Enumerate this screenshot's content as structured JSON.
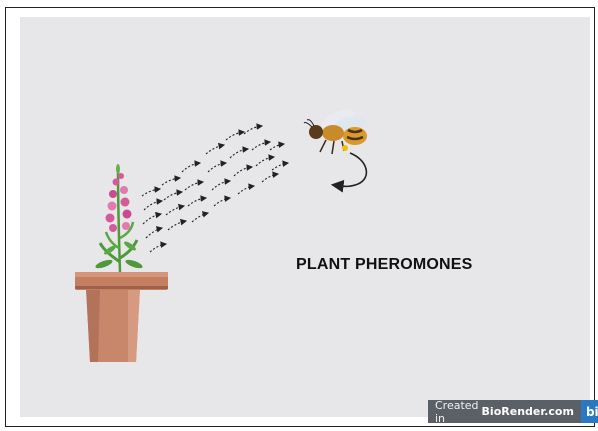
{
  "diagram": {
    "title": "PLANT PHEROMONES"
  },
  "badge": {
    "prefix": "Created in",
    "brand": "BioRender.com",
    "logo": "bio"
  },
  "colors": {
    "background": "#e7e6e8",
    "pot": "#c8866a",
    "flower": "#d45a9a",
    "stem": "#4e9a3a",
    "bee_body": "#d99a2b",
    "badge_bg": "#5b5f66",
    "badge_logo_bg": "#2b78c2"
  },
  "icons": [
    "flower-pot-icon",
    "snapdragon-flower-icon",
    "pheromone-arrows-icon",
    "bee-icon",
    "curved-arrow-icon"
  ]
}
